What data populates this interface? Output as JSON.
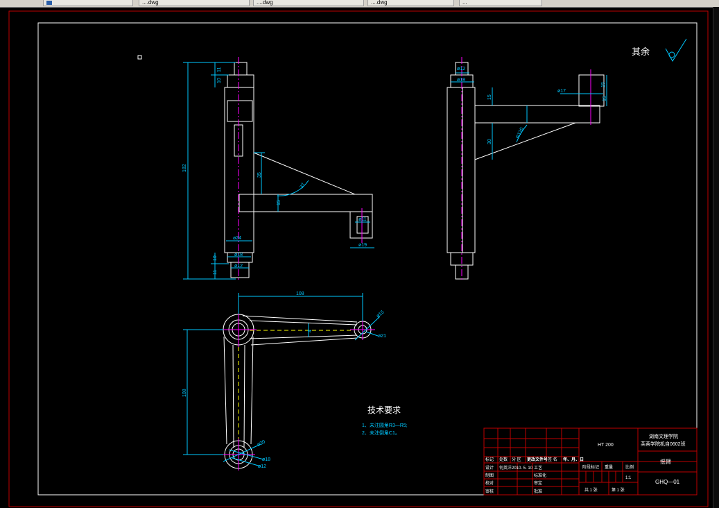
{
  "taskbar": {
    "items": [
      {
        "label": "",
        "icon": "window-icon"
      },
      {
        "label": "....dwg"
      },
      {
        "label": "....dwg"
      },
      {
        "label": "....dwg"
      },
      {
        "label": "..."
      }
    ]
  },
  "drawing": {
    "surface_finish_note": "其余",
    "dimensions": {
      "front_total_height": "182",
      "front_top_a": "11",
      "front_top_b": "10",
      "front_bottom_a": "10",
      "front_bottom_b": "11",
      "front_rib_height": "35",
      "front_rib_angle": "37",
      "front_arm_thickness": "15",
      "front_bore_d": "ø24",
      "front_shaft_d1": "ø18",
      "front_shaft_d2": "ø12",
      "front_end_d1": "ø11",
      "front_end_d2": "ø19",
      "side_top_d1": "ø12",
      "side_top_d2": "ø18",
      "side_knob_d": "ø17",
      "side_arm_a": "15",
      "side_arm_b": "15",
      "side_arm_c": "15",
      "side_rib_height": "30",
      "side_rib_radius": "R120",
      "top_length": "108",
      "top_height": "108",
      "top_inner": "4",
      "top_end_d1": "ø15",
      "top_end_d2": "ø21",
      "top_base_d1": "ø30",
      "top_base_d2": "ø18",
      "top_base_d3": "ø12"
    },
    "tech_requirements": {
      "title": "技术要求",
      "items": [
        "1、未注圆角R3—R5;",
        "2、未注倒角C1。"
      ]
    },
    "title_block": {
      "material": "HT 200",
      "school_line1": "湖南文理学院",
      "school_line2": "芙蓉学院机自0602班",
      "part_name": "摇臂",
      "drawing_no": "GHQ—01",
      "scale": "1:1",
      "scale_label": "比例",
      "stage_label": "阶段标记",
      "weight_label": "重量",
      "sheets_total": "共 1 张",
      "sheet_no": "第 1 张",
      "row_labels": [
        "标记",
        "处数",
        "分 区",
        "更改文件号",
        "签 名",
        "年、月、日"
      ],
      "designer_label": "设计",
      "designer_name": "何英洋",
      "date": "2010. 5. 10",
      "std_label": "标准化",
      "craft_label": "工艺",
      "drafter_label": "制图",
      "checker_label": "校对",
      "reviewer_label": "审核",
      "approve_label": "批准",
      "examine_label": "审定"
    }
  }
}
